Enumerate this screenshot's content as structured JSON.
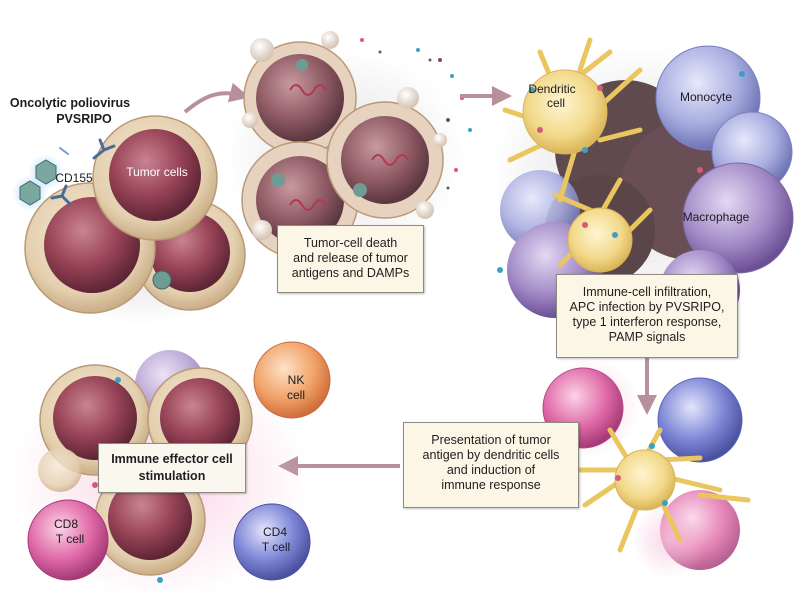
{
  "labels": {
    "virus_title_1": "Oncolytic poliovirus",
    "virus_title_2": "PVSRIPO",
    "cd155": "CD155",
    "tumor_cells": "Tumor cells",
    "dendritic_1": "Dendritic",
    "dendritic_2": "cell",
    "monocyte": "Monocyte",
    "macrophage": "Macrophage",
    "nk_1": "NK",
    "nk_2": "cell",
    "cd8_1": "CD8",
    "cd8_2": "T cell",
    "cd4_1": "CD4",
    "cd4_2": "T cell"
  },
  "boxes": {
    "death": [
      "Tumor-cell death",
      "and release of tumor",
      "antigens and DAMPs"
    ],
    "infiltration": [
      "Immune-cell infiltration,",
      "APC infection by PVSRIPO,",
      "type 1 interferon response,",
      "PAMP signals"
    ],
    "presentation": [
      "Presentation of tumor",
      "antigen by dendritic cells",
      "and induction of",
      "immune response"
    ],
    "effector": [
      "Immune effector cell",
      "stimulation"
    ]
  },
  "colors": {
    "tumor_nucleus": "#8c3a4c",
    "tumor_cytoplasm": "#e9d8bf",
    "dendritic": "#f2d98a",
    "monocyte": "#a9aee0",
    "macrophage": "#a48cc8",
    "nk": "#f2a36a",
    "cd8": "#e06aa8",
    "cd4": "#7d86d6",
    "arrow": "#b7909c",
    "virus": "#6e9b94",
    "antibody": "#4a6a98"
  }
}
